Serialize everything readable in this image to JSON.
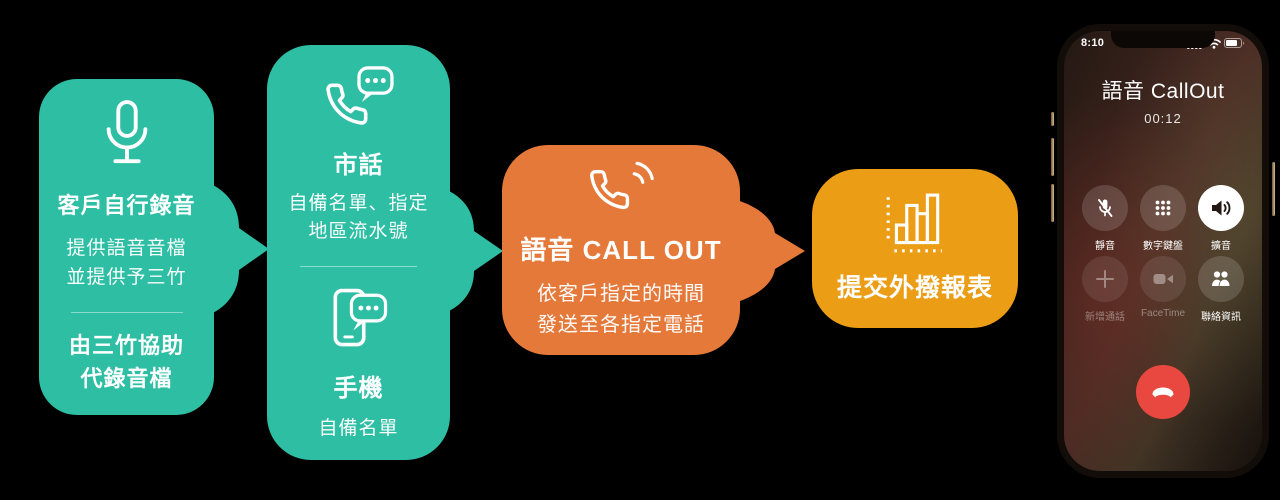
{
  "canvas": {
    "background": "#000000"
  },
  "colors": {
    "teal": "#2DBEA3",
    "orange": "#E5793A",
    "amber": "#EB9D15",
    "end_call_red": "#E8483F"
  },
  "flow": {
    "step1": {
      "icon": "microphone-icon",
      "title": "客戶自行錄音",
      "desc_line1": "提供語音音檔",
      "desc_line2": "並提供予三竹",
      "alt_line1": "由三竹協助",
      "alt_line2": "代錄音檔"
    },
    "step2": {
      "landline": {
        "icon": "landline-chat-icon",
        "title": "市話",
        "desc_line1": "自備名單、指定",
        "desc_line2": "地區流水號"
      },
      "mobile": {
        "icon": "mobile-chat-icon",
        "title": "手機",
        "desc_line1": "自備名單"
      }
    },
    "step3": {
      "icon": "phone-waves-icon",
      "title": "語音 CALL OUT",
      "desc_line1": "依客戶指定的時間",
      "desc_line2": "發送至各指定電話"
    },
    "step4": {
      "icon": "bar-chart-icon",
      "title": "提交外撥報表"
    }
  },
  "phone": {
    "status_bar": {
      "time": "8:10"
    },
    "caller_name": "語音 CallOut",
    "call_timer": "00:12",
    "controls": [
      {
        "label": "靜音",
        "icon": "mute-icon",
        "state": "normal"
      },
      {
        "label": "數字鍵盤",
        "icon": "keypad-icon",
        "state": "normal"
      },
      {
        "label": "擴音",
        "icon": "speaker-icon",
        "state": "active"
      },
      {
        "label": "新增通話",
        "icon": "add-call-icon",
        "state": "disabled"
      },
      {
        "label": "FaceTime",
        "icon": "facetime-icon",
        "state": "disabled"
      },
      {
        "label": "聯絡資訊",
        "icon": "contacts-icon",
        "state": "normal"
      }
    ]
  }
}
